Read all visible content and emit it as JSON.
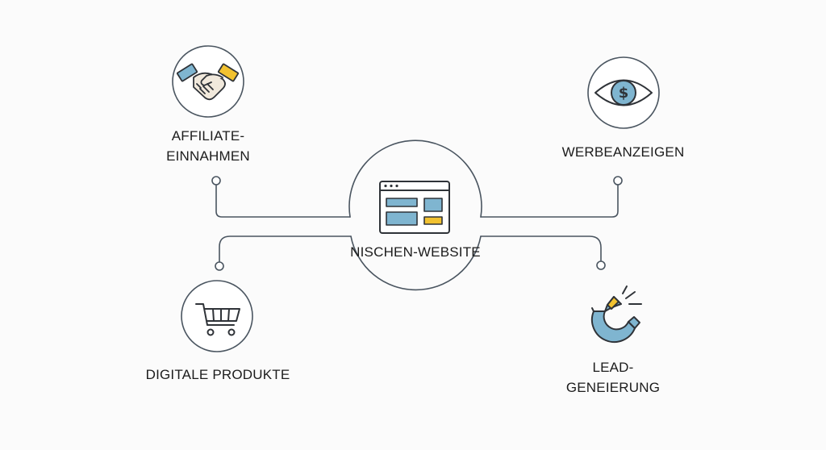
{
  "colors": {
    "line": "#4a5560",
    "accent_blue": "#7fb5d0",
    "accent_yellow": "#f2c230",
    "skin": "#f1e9dc",
    "text": "#1c1c1c",
    "background": "#fbfbfb"
  },
  "center": {
    "label": "NISCHEN-WEBSITE",
    "icon": "browser-window-icon"
  },
  "nodes": {
    "affiliate": {
      "label_line1": "AFFILIATE-",
      "label_line2": "EINNAHMEN",
      "icon": "handshake-icon"
    },
    "ads": {
      "label": "WERBEANZEIGEN",
      "icon": "eye-dollar-icon"
    },
    "digital": {
      "label": "DIGITALE PRODUKTE",
      "icon": "shopping-cart-icon"
    },
    "lead": {
      "label_line1": "LEAD-",
      "label_line2": "GENEIERUNG",
      "icon": "magnet-icon"
    }
  }
}
